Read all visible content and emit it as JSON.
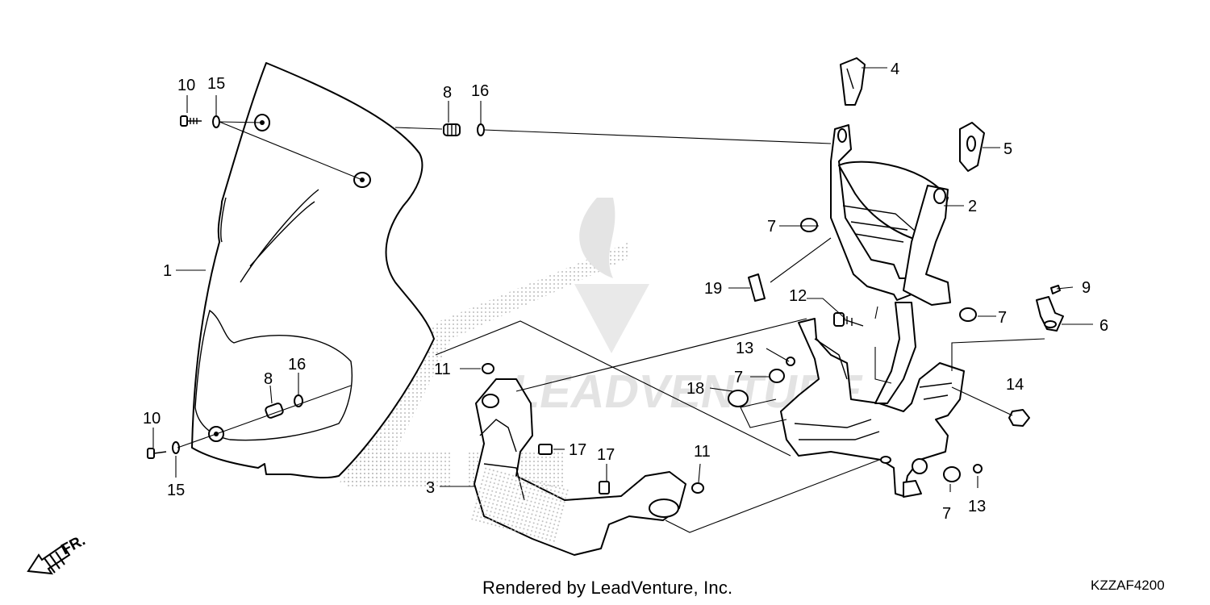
{
  "callouts": [
    {
      "label": "1"
    },
    {
      "label": "2"
    },
    {
      "label": "3"
    },
    {
      "label": "4"
    },
    {
      "label": "5"
    },
    {
      "label": "6"
    },
    {
      "label": "7"
    },
    {
      "label": "7"
    },
    {
      "label": "7"
    },
    {
      "label": "7"
    },
    {
      "label": "8"
    },
    {
      "label": "8"
    },
    {
      "label": "9"
    },
    {
      "label": "10"
    },
    {
      "label": "10"
    },
    {
      "label": "11"
    },
    {
      "label": "11"
    },
    {
      "label": "12"
    },
    {
      "label": "13"
    },
    {
      "label": "13"
    },
    {
      "label": "14"
    },
    {
      "label": "15"
    },
    {
      "label": "15"
    },
    {
      "label": "16"
    },
    {
      "label": "16"
    },
    {
      "label": "17"
    },
    {
      "label": "17"
    },
    {
      "label": "18"
    },
    {
      "label": "19"
    }
  ],
  "direction_label": "FR.",
  "credit_text": "Rendered by LeadVenture, Inc.",
  "diagram_code": "KZZAF4200",
  "colors": {
    "line": "#000000",
    "watermark": "#c8c8c8",
    "background": "#ffffff"
  }
}
